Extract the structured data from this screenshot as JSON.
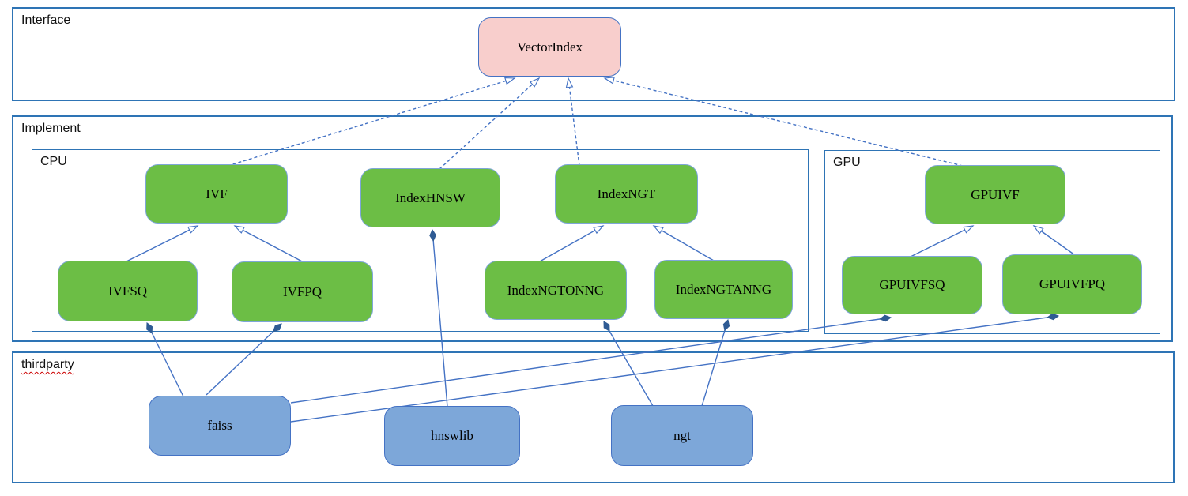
{
  "diagram": {
    "groups": {
      "interface": {
        "label": "Interface"
      },
      "implement": {
        "label": "Implement"
      },
      "cpu": {
        "label": "CPU"
      },
      "gpu": {
        "label": "GPU"
      },
      "thirdparty": {
        "label": "thirdparty"
      }
    },
    "nodes": {
      "vectorindex": {
        "label": "VectorIndex",
        "group": "interface"
      },
      "ivf": {
        "label": "IVF",
        "group": "cpu"
      },
      "indexhnsw": {
        "label": "IndexHNSW",
        "group": "cpu"
      },
      "indexngt": {
        "label": "IndexNGT",
        "group": "cpu"
      },
      "ivfsq": {
        "label": "IVFSQ",
        "group": "cpu"
      },
      "ivfpq": {
        "label": "IVFPQ",
        "group": "cpu"
      },
      "indexngtonng": {
        "label": "IndexNGTONNG",
        "group": "cpu"
      },
      "indexngtanng": {
        "label": "IndexNGTANNG",
        "group": "cpu"
      },
      "gpuivf": {
        "label": "GPUIVF",
        "group": "gpu"
      },
      "gpuivfsq": {
        "label": "GPUIVFSQ",
        "group": "gpu"
      },
      "gpuivfpq": {
        "label": "GPUIVFPQ",
        "group": "gpu"
      },
      "faiss": {
        "label": "faiss",
        "group": "thirdparty"
      },
      "hnswlib": {
        "label": "hnswlib",
        "group": "thirdparty"
      },
      "ngt": {
        "label": "ngt",
        "group": "thirdparty"
      }
    },
    "relations": [
      {
        "from": "IVF",
        "to": "VectorIndex",
        "type": "realization-dashed-hollow-arrow"
      },
      {
        "from": "IndexHNSW",
        "to": "VectorIndex",
        "type": "realization-dashed-hollow-arrow"
      },
      {
        "from": "IndexNGT",
        "to": "VectorIndex",
        "type": "realization-dashed-hollow-arrow"
      },
      {
        "from": "GPUIVF",
        "to": "VectorIndex",
        "type": "realization-dashed-hollow-arrow"
      },
      {
        "from": "IVFSQ",
        "to": "IVF",
        "type": "generalization-hollow-arrow"
      },
      {
        "from": "IVFPQ",
        "to": "IVF",
        "type": "generalization-hollow-arrow"
      },
      {
        "from": "IndexNGTONNG",
        "to": "IndexNGT",
        "type": "generalization-hollow-arrow"
      },
      {
        "from": "IndexNGTANNG",
        "to": "IndexNGT",
        "type": "generalization-hollow-arrow"
      },
      {
        "from": "GPUIVFSQ",
        "to": "GPUIVF",
        "type": "generalization-hollow-arrow"
      },
      {
        "from": "GPUIVFPQ",
        "to": "GPUIVF",
        "type": "generalization-hollow-arrow"
      },
      {
        "from": "faiss",
        "to": "IVFSQ",
        "type": "composition-filled-diamond"
      },
      {
        "from": "faiss",
        "to": "IVFPQ",
        "type": "composition-filled-diamond"
      },
      {
        "from": "faiss",
        "to": "GPUIVFSQ",
        "type": "composition-filled-diamond"
      },
      {
        "from": "faiss",
        "to": "GPUIVFPQ",
        "type": "composition-filled-diamond"
      },
      {
        "from": "hnswlib",
        "to": "IndexHNSW",
        "type": "composition-filled-diamond"
      },
      {
        "from": "ngt",
        "to": "IndexNGTONNG",
        "type": "composition-filled-diamond"
      },
      {
        "from": "ngt",
        "to": "IndexNGTANNG",
        "type": "composition-filled-diamond"
      }
    ],
    "colors": {
      "node_green": "#6cbe45",
      "node_pink": "#f8cecc",
      "node_blue": "#7da7d9",
      "edge_blue": "#4472c4",
      "frame_blue": "#2e74b5",
      "diamond_fill": "#2f5b94",
      "spellcheck_underline": "#cc0000"
    }
  }
}
